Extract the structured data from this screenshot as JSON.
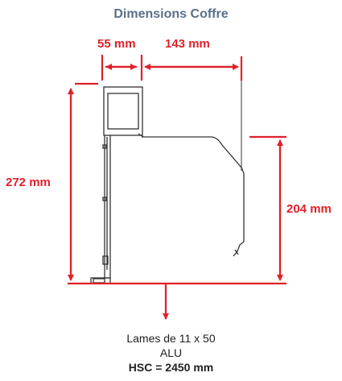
{
  "title": "Dimensions Coffre",
  "dimensions": {
    "top_left_width": "55 mm",
    "top_right_width": "143 mm",
    "total_height": "272 mm",
    "right_height": "204 mm"
  },
  "caption": {
    "line1": "Lames de 11 x 50",
    "line2": "ALU",
    "line3": "HSC = 2450 mm"
  },
  "colors": {
    "dimension": "#e0202a",
    "title": "#5b6f8a",
    "profile": "#333333"
  }
}
